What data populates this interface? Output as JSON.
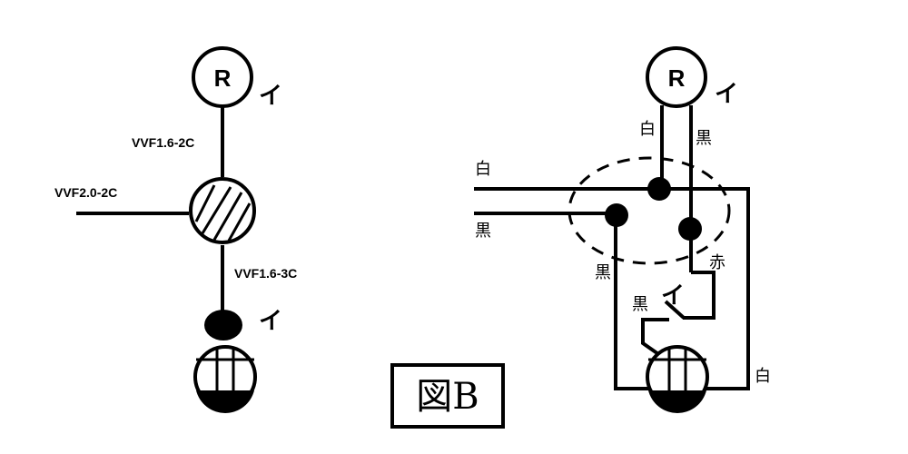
{
  "left": {
    "receptacle_letter": "R",
    "mark_i_top": "イ",
    "cable_upper": "VVF1.6-2C",
    "cable_feed": "VVF2.0-2C",
    "cable_lower": "VVF1.6-3C",
    "mark_i_switch": "イ"
  },
  "right": {
    "receptacle_letter": "R",
    "mark_i_top": "イ",
    "wire_white_r": "白",
    "wire_black_r": "黒",
    "feed_white": "白",
    "feed_black": "黒",
    "wire_black_left": "黒",
    "wire_red": "赤",
    "switch_mark": "イ",
    "switch_black": "黒",
    "wire_white_right": "白"
  },
  "caption": "図B"
}
